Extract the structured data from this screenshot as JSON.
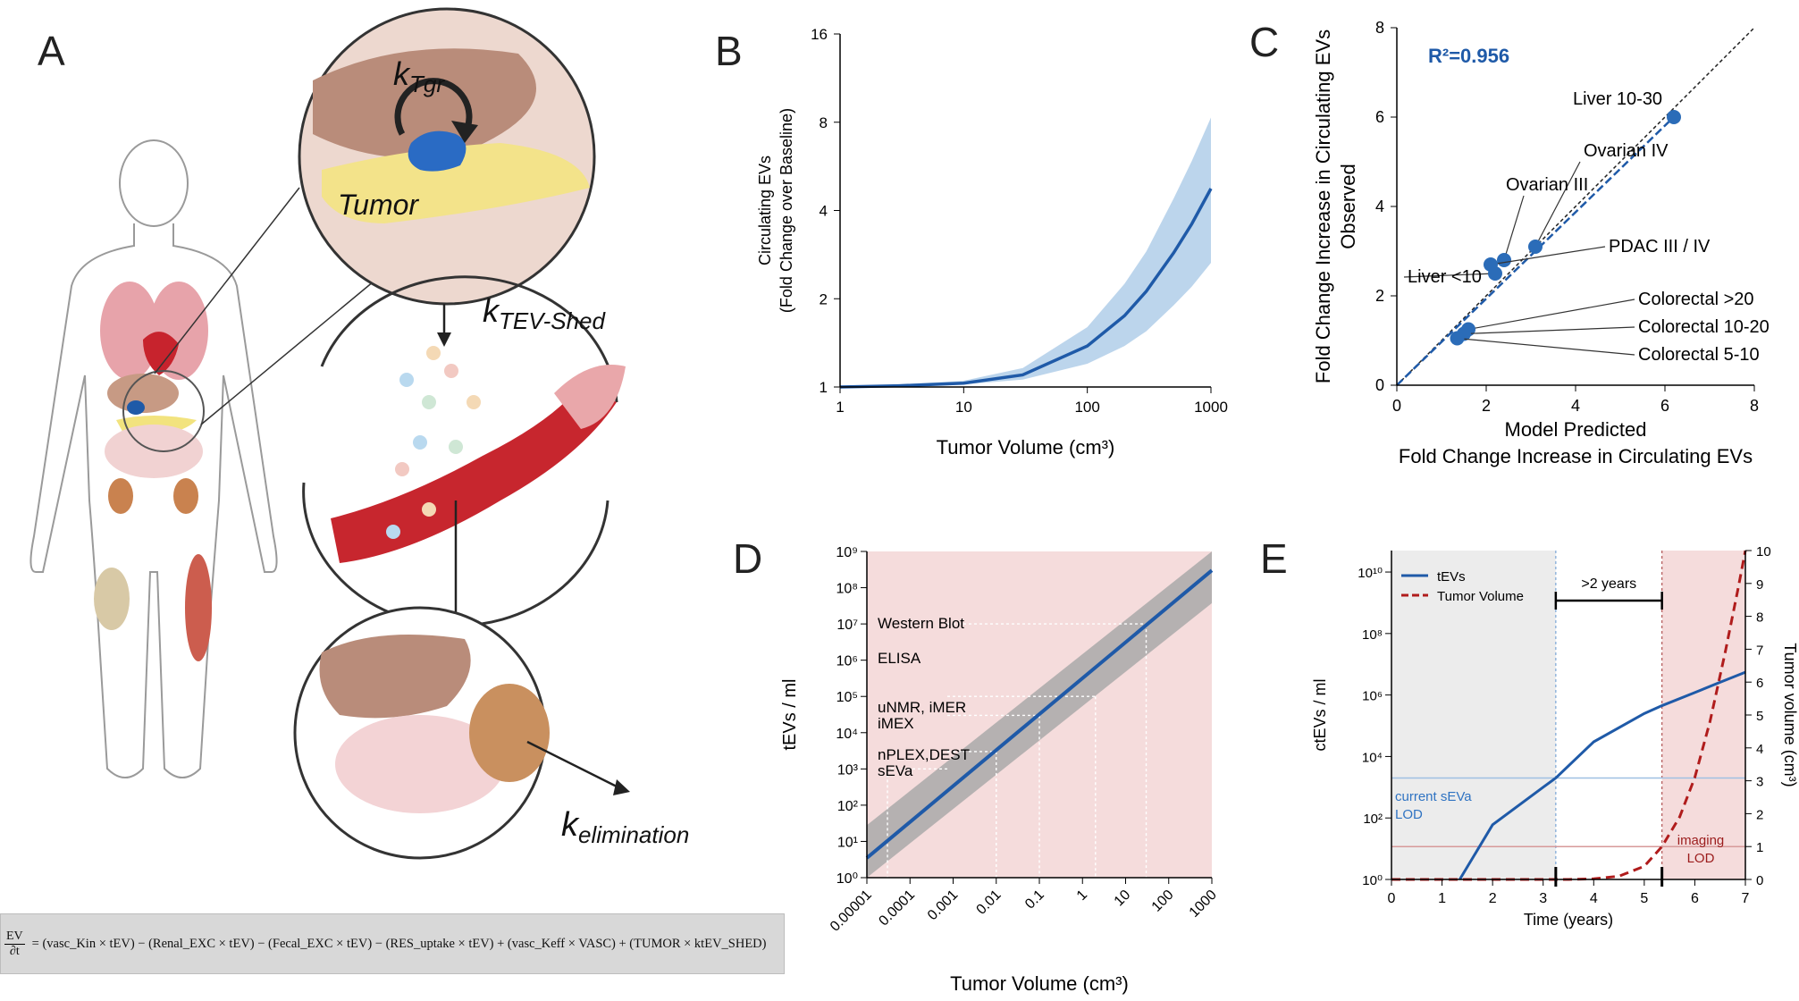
{
  "panels": {
    "a": {
      "letter": "A",
      "labels": {
        "k_tgr": "k",
        "k_tgr_sub": "Tgr",
        "tumor": "Tumor",
        "k_shed": "k",
        "k_shed_sub": "TEV-Shed",
        "k_elim": "k",
        "k_elim_sub": "elimination"
      },
      "equation": {
        "num": "EV",
        "den": "∂t",
        "rhs": "= (vasc_Kin × tEV) − (Renal_EXC × tEV) − (Fecal_EXC × tEV) − (RES_uptake × tEV) + (vasc_Keff × VASC) + (TUMOR × ktEV_SHED)"
      }
    },
    "b": {
      "letter": "B"
    },
    "c": {
      "letter": "C"
    },
    "d": {
      "letter": "D"
    },
    "e": {
      "letter": "E"
    }
  },
  "chart_data": [
    {
      "id": "B",
      "type": "line",
      "xlabel": "Tumor Volume (cm³)",
      "ylabel": [
        "Circulating EVs",
        "(Fold Change over Baseline)"
      ],
      "x_scale": "log10",
      "y_scale": "log2",
      "xlim": [
        1,
        1000
      ],
      "ylim": [
        1,
        16
      ],
      "x_ticks": [
        "1",
        "10",
        "100",
        "1000"
      ],
      "x_tick_values": [
        1,
        10,
        100,
        1000
      ],
      "y_ticks": [
        "1",
        "2",
        "4",
        "8",
        "16"
      ],
      "y_tick_values": [
        1,
        2,
        4,
        8,
        16
      ],
      "series": [
        {
          "x": [
            1,
            3,
            10,
            30,
            100,
            200,
            300,
            500,
            700,
            1000
          ],
          "y": [
            1.0,
            1.01,
            1.03,
            1.1,
            1.38,
            1.75,
            2.12,
            2.87,
            3.6,
            4.75
          ],
          "y_low": [
            1.0,
            1.0,
            1.02,
            1.06,
            1.2,
            1.38,
            1.55,
            1.9,
            2.2,
            2.65
          ],
          "y_high": [
            1.0,
            1.02,
            1.05,
            1.16,
            1.6,
            2.25,
            2.9,
            4.4,
            5.9,
            8.3
          ],
          "color": "#1f5aa8",
          "band_color": "#b5d0ea"
        }
      ]
    },
    {
      "id": "C",
      "type": "scatter",
      "xlabel": [
        "Model Predicted",
        "Fold Change Increase in Circulating EVs"
      ],
      "ylabel": [
        "Fold Change Increase in Circulating EVs",
        "Observed"
      ],
      "xlim": [
        0,
        8
      ],
      "ylim": [
        0,
        8
      ],
      "x_ticks": [
        "0",
        "2",
        "4",
        "6",
        "8"
      ],
      "y_ticks": [
        "0",
        "2",
        "4",
        "6",
        "8"
      ],
      "annotation": {
        "r2": "R²=0.956",
        "color": "#1f5aa8"
      },
      "points": [
        {
          "label": "Liver 10-30",
          "x": 6.2,
          "y": 6.0
        },
        {
          "label": "Ovarian IV",
          "x": 3.1,
          "y": 3.1
        },
        {
          "label": "Ovarian III",
          "x": 2.4,
          "y": 2.8
        },
        {
          "label": "PDAC III / IV",
          "x": 2.1,
          "y": 2.7
        },
        {
          "label": "Liver <10",
          "x": 2.2,
          "y": 2.5
        },
        {
          "label": "Colorectal >20",
          "x": 1.6,
          "y": 1.25
        },
        {
          "label": "Colorectal 10-20",
          "x": 1.5,
          "y": 1.15
        },
        {
          "label": "Colorectal 5-10",
          "x": 1.35,
          "y": 1.05
        }
      ]
    },
    {
      "id": "D",
      "type": "line",
      "xlabel": "Tumor Volume (cm³)",
      "ylabel": "tEVs / ml",
      "x_scale": "log10",
      "y_scale": "log10",
      "xlim": [
        1e-05,
        1000
      ],
      "ylim": [
        1,
        1000000000
      ],
      "x_ticks": [
        "0.00001",
        "0.0001",
        "0.001",
        "0.01",
        "0.1",
        "1",
        "10",
        "100",
        "1000"
      ],
      "y_ticks": [
        "10⁰",
        "10¹",
        "10²",
        "10³",
        "10⁴",
        "10⁵",
        "10⁶",
        "10⁷",
        "10⁸",
        "10⁹"
      ],
      "series": [
        {
          "x": [
            1e-05,
            1000
          ],
          "y": [
            3.5,
            300000000
          ],
          "band_factor": 8,
          "color": "#1f5aa8"
        }
      ],
      "methods": [
        "Western Blot",
        "ELISA",
        "uNMR, iMER",
        "iMEX",
        "nPLEX,DEST",
        "sEVa"
      ]
    },
    {
      "id": "E",
      "type": "line",
      "xlabel": "Time (years)",
      "ylabel": "ctEVs / ml",
      "y2label": "Tumor volume (cm³)",
      "xlim": [
        0,
        7
      ],
      "ylim": [
        1,
        50000000000
      ],
      "y2lim": [
        0,
        10
      ],
      "x_ticks": [
        "0",
        "1",
        "2",
        "3",
        "4",
        "5",
        "6",
        "7"
      ],
      "y_ticks": [
        "10⁰",
        "10²",
        "10⁴",
        "10⁶",
        "10⁸",
        "10¹⁰"
      ],
      "y2_ticks": [
        "0",
        "1",
        "2",
        "3",
        "4",
        "5",
        "6",
        "7",
        "8",
        "9",
        "10"
      ],
      "legend": [
        "tEVs",
        "Tumor Volume"
      ],
      "bracket_label": ">2 years",
      "lod_labels": {
        "sEVa": [
          "current sEVa",
          "LOD"
        ],
        "imaging": [
          "imaging",
          "LOD"
        ]
      },
      "sEVa_lod": 2000,
      "imaging_lod_volume": 1,
      "sEVa_time": 3.25,
      "imaging_time": 5.35,
      "series": [
        {
          "name": "tEVs",
          "x": [
            1.35,
            2,
            3,
            3.25,
            4,
            5,
            5.35,
            6,
            6.5,
            7
          ],
          "y": [
            1,
            60,
            1000,
            2000,
            30000,
            250000,
            450000,
            1200000,
            2600000,
            5500000
          ],
          "color": "#1f5aa8"
        },
        {
          "name": "Tumor Volume",
          "x": [
            0,
            3.5,
            4,
            4.5,
            5,
            5.35,
            5.7,
            6,
            6.3,
            6.6,
            6.85,
            7
          ],
          "y2": [
            0,
            0,
            0.02,
            0.1,
            0.4,
            1.0,
            1.9,
            3.1,
            4.8,
            6.9,
            8.8,
            10.4
          ],
          "color": "#b01c1c"
        }
      ]
    }
  ]
}
